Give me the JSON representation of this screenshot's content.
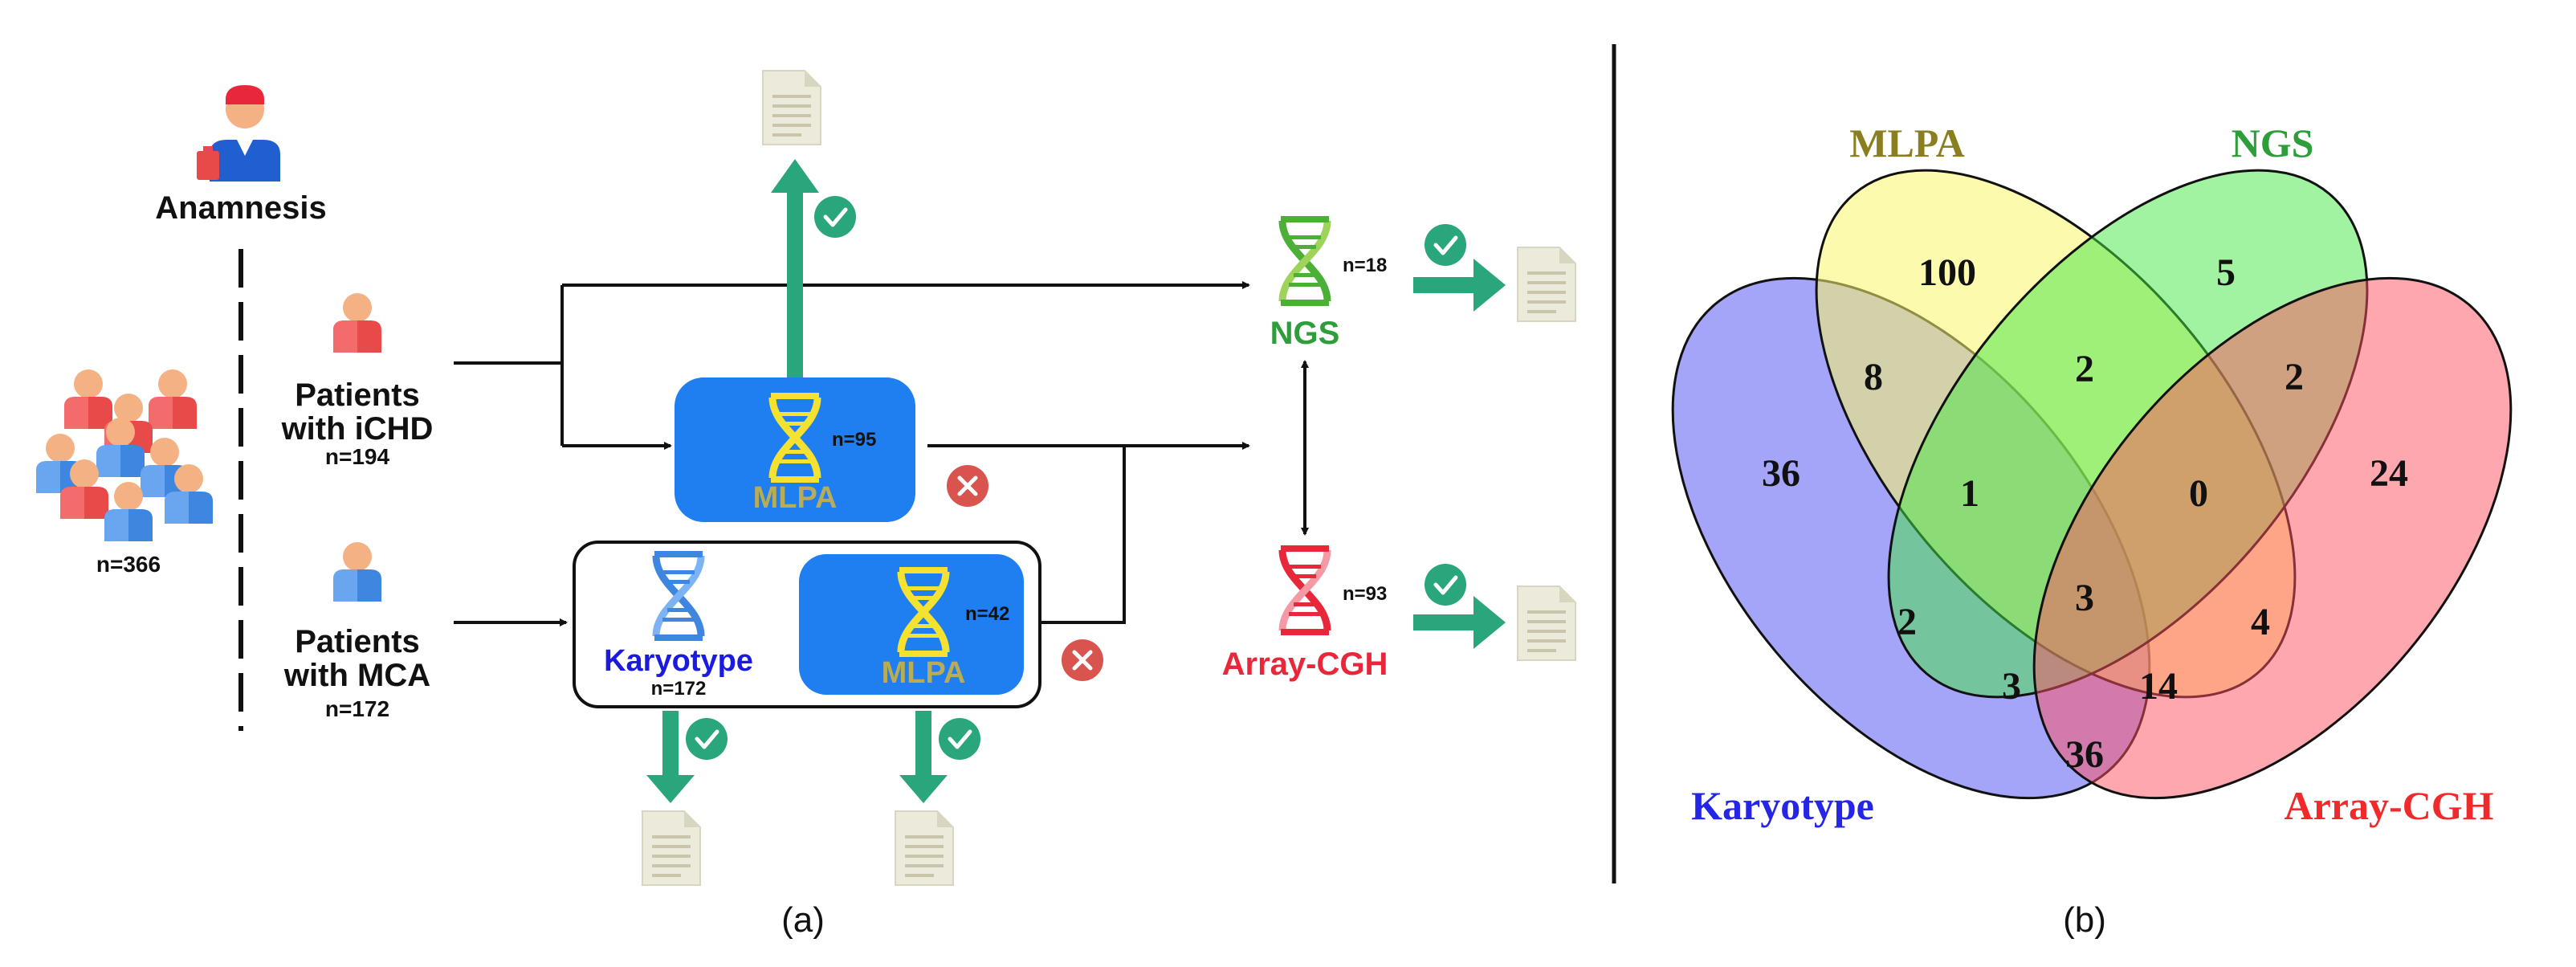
{
  "panel_a": {
    "caption": "(a)",
    "anamnesis": {
      "label": "Anamnesis"
    },
    "cohort": {
      "count": "n=366"
    },
    "ichd": {
      "line1": "Patients",
      "line2": "with iCHD",
      "count": "n=194"
    },
    "mca": {
      "line1": "Patients",
      "line2": "with MCA",
      "count": "n=172"
    },
    "mlpa_top": {
      "label": "MLPA",
      "count": "n=95"
    },
    "karyotype": {
      "label": "Karyotype",
      "count": "n=172"
    },
    "mlpa_bottom": {
      "label": "MLPA",
      "count": "n=42"
    },
    "ngs": {
      "label": "NGS",
      "count": "n=18"
    },
    "array_cgh": {
      "label": "Array-CGH",
      "count": "n=93"
    }
  },
  "panel_b": {
    "caption": "(b)",
    "sets": [
      {
        "name": "MLPA",
        "color": "#8a7f1f"
      },
      {
        "name": "NGS",
        "color": "#2e9e3a"
      },
      {
        "name": "Karyotype",
        "color": "#2525e6"
      },
      {
        "name": "Array-CGH",
        "color": "#f02a2a"
      }
    ],
    "regions": {
      "mlpa_only": "100",
      "ngs_only": "5",
      "karyotype_only": "36",
      "array_only": "24",
      "mlpa_karyotype": "8",
      "mlpa_ngs": "2",
      "ngs_array": "2",
      "mlpa_ngs_karyotype": "1",
      "mlpa_ngs_array": "0",
      "all_four": "3",
      "ngs_karyotype": "2",
      "mlpa_array": "4",
      "ngs_karyotype_array": "3",
      "mlpa_karyotype_array": "14",
      "karyotype_array": "36"
    }
  },
  "colors": {
    "arrow_green": "#2aa67c",
    "check_green": "#2aa67c",
    "mlpa_box_blue": "#1f7ff0",
    "dna_yellow": "#f5e230",
    "ngs_green": "#2e9e3a",
    "array_red": "#e8273a",
    "cross_red": "#d9534f",
    "karyotype_blue": "#1a1ae0"
  }
}
